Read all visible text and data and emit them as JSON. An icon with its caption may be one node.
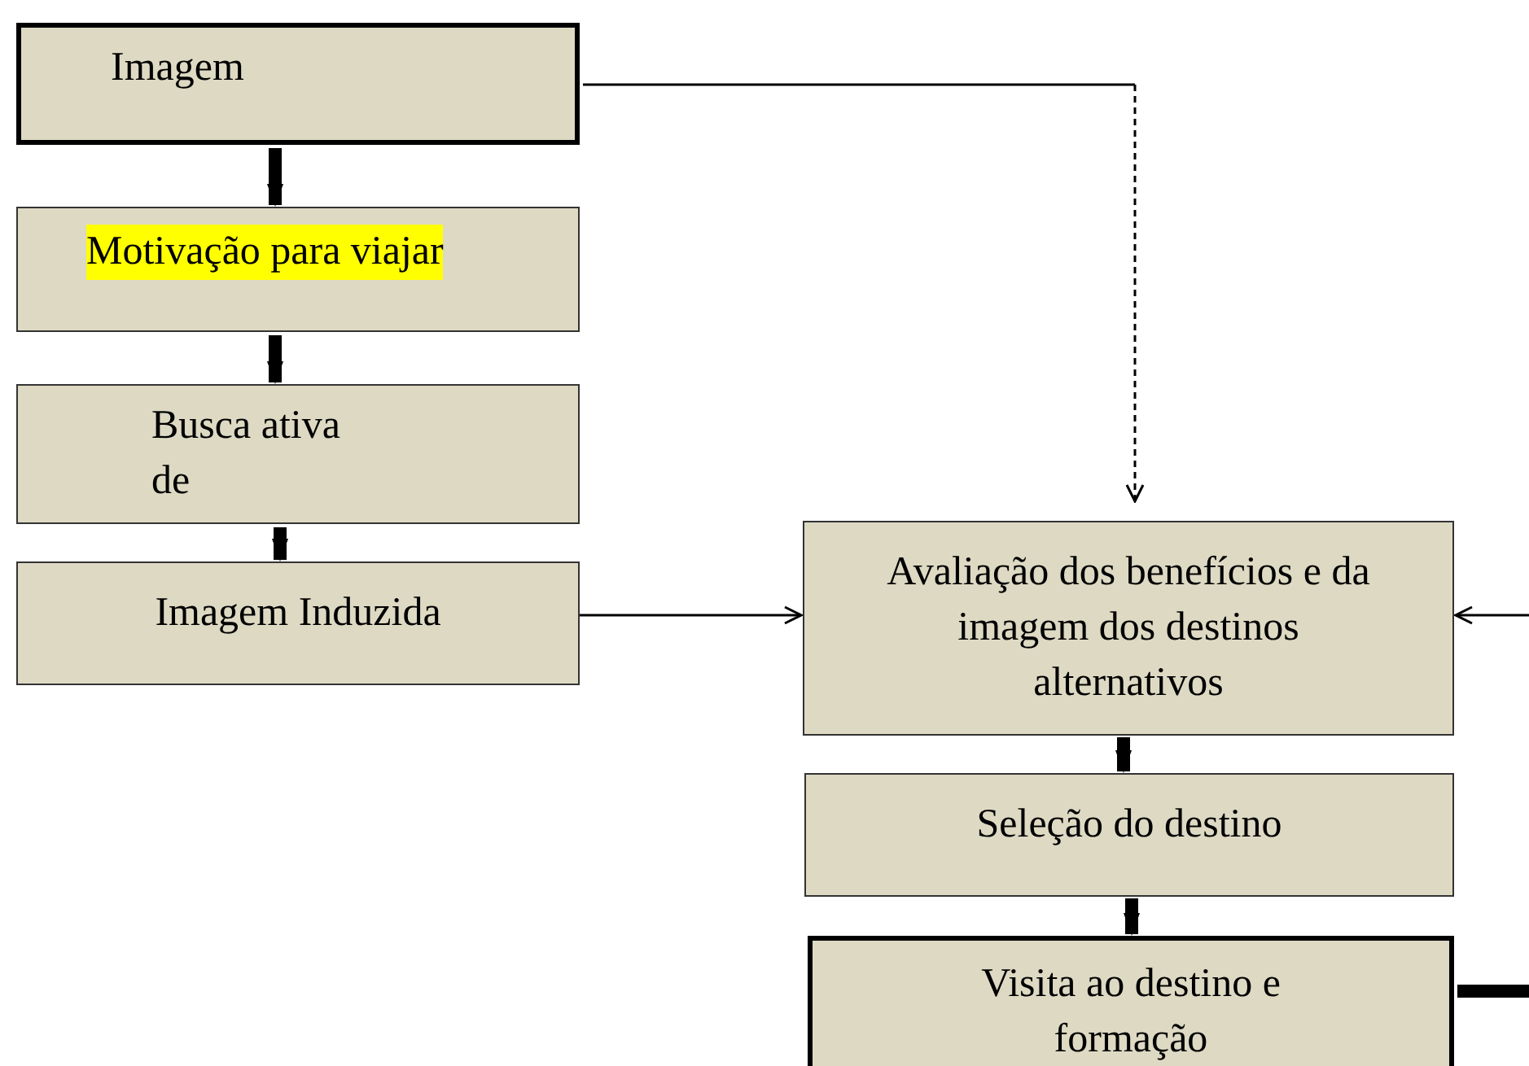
{
  "diagram": {
    "nodes": [
      {
        "text": [
          "Imagem"
        ]
      },
      {
        "text": [
          "Motivação para viajar"
        ]
      },
      {
        "text": [
          "Busca ativa de"
        ]
      },
      {
        "text": [
          "Imagem Induzida"
        ]
      },
      {
        "text": [
          "Avaliação dos benefícios e da imagem dos destinos alternativos"
        ]
      },
      {
        "text": [
          "Seleção do destino"
        ]
      },
      {
        "text": [
          "Visita ao destino e formação"
        ]
      }
    ],
    "edges": [
      {
        "from": 0,
        "to": 1,
        "arrow": "to"
      },
      {
        "from": 1,
        "to": 2,
        "arrow": "to"
      },
      {
        "from": 2,
        "to": 3,
        "arrow": "to"
      },
      {
        "from": 3,
        "to": 4,
        "arrow": "to"
      },
      {
        "from": 0,
        "to": 4,
        "arrow": "to",
        "style": "dashed"
      },
      {
        "from": null,
        "to": 4,
        "arrow": "to"
      },
      {
        "from": 4,
        "to": 5,
        "arrow": "to"
      },
      {
        "from": 5,
        "to": 6,
        "arrow": "to"
      },
      {
        "from": 6,
        "to": null,
        "arrow": "none"
      }
    ]
  }
}
